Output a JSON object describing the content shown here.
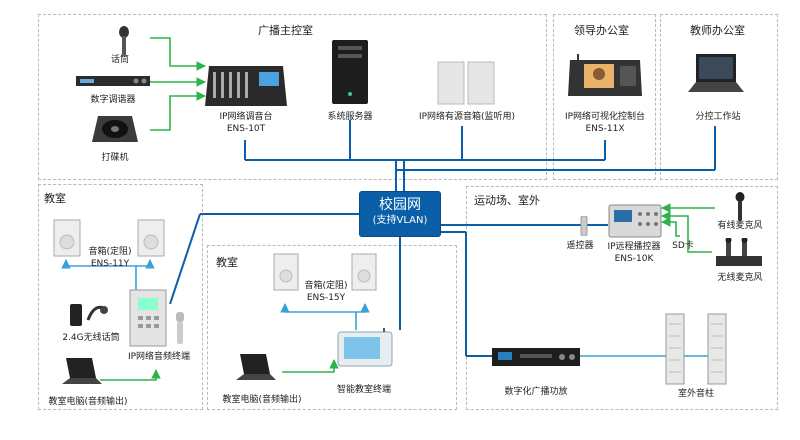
{
  "zones": {
    "control_room": "广播主控室",
    "leader_office": "领导办公室",
    "teacher_office": "教师办公室",
    "classroom_a": "教室",
    "classroom_b": "教室",
    "outdoor": "运动场、室外"
  },
  "hub": {
    "line1": "校园网",
    "line2": "(支持VLAN)"
  },
  "devices": {
    "mic": "话筒",
    "mixer": "数字调谐器",
    "dj": "打碟机",
    "ip_mixer": [
      "IP网络调音台",
      "ENS-10T"
    ],
    "server": "系统服务器",
    "active_speaker": "IP网络有源音箱(监听用)",
    "video_console": [
      "IP网络可视化控制台",
      "ENS-11X"
    ],
    "workstation": "分控工作站",
    "speakers_a": [
      "音箱(定阻)",
      "ENS-11Y"
    ],
    "wireless_mic": "2.4G无线话筒",
    "ip_terminal": "IP网络音频终端",
    "pc_a": "教室电脑(音频输出)",
    "speakers_b": [
      "音箱(定阻)",
      "ENS-15Y"
    ],
    "smart_terminal": "智能教室终端",
    "pc_b": "教室电脑(音频输出)",
    "remote": "遥控器",
    "remote_controller": [
      "IP远程播控器",
      "ENS-10K"
    ],
    "sd_card": "SD卡",
    "wired_mic": "有线麦克风",
    "wireless_mic_out": "无线麦克风",
    "amplifier": "数字化广播功放",
    "column_speaker": "室外音柱"
  },
  "colors": {
    "network": "#0a5fa8",
    "audio": "#2db34a",
    "output": "#3aa0d8"
  }
}
